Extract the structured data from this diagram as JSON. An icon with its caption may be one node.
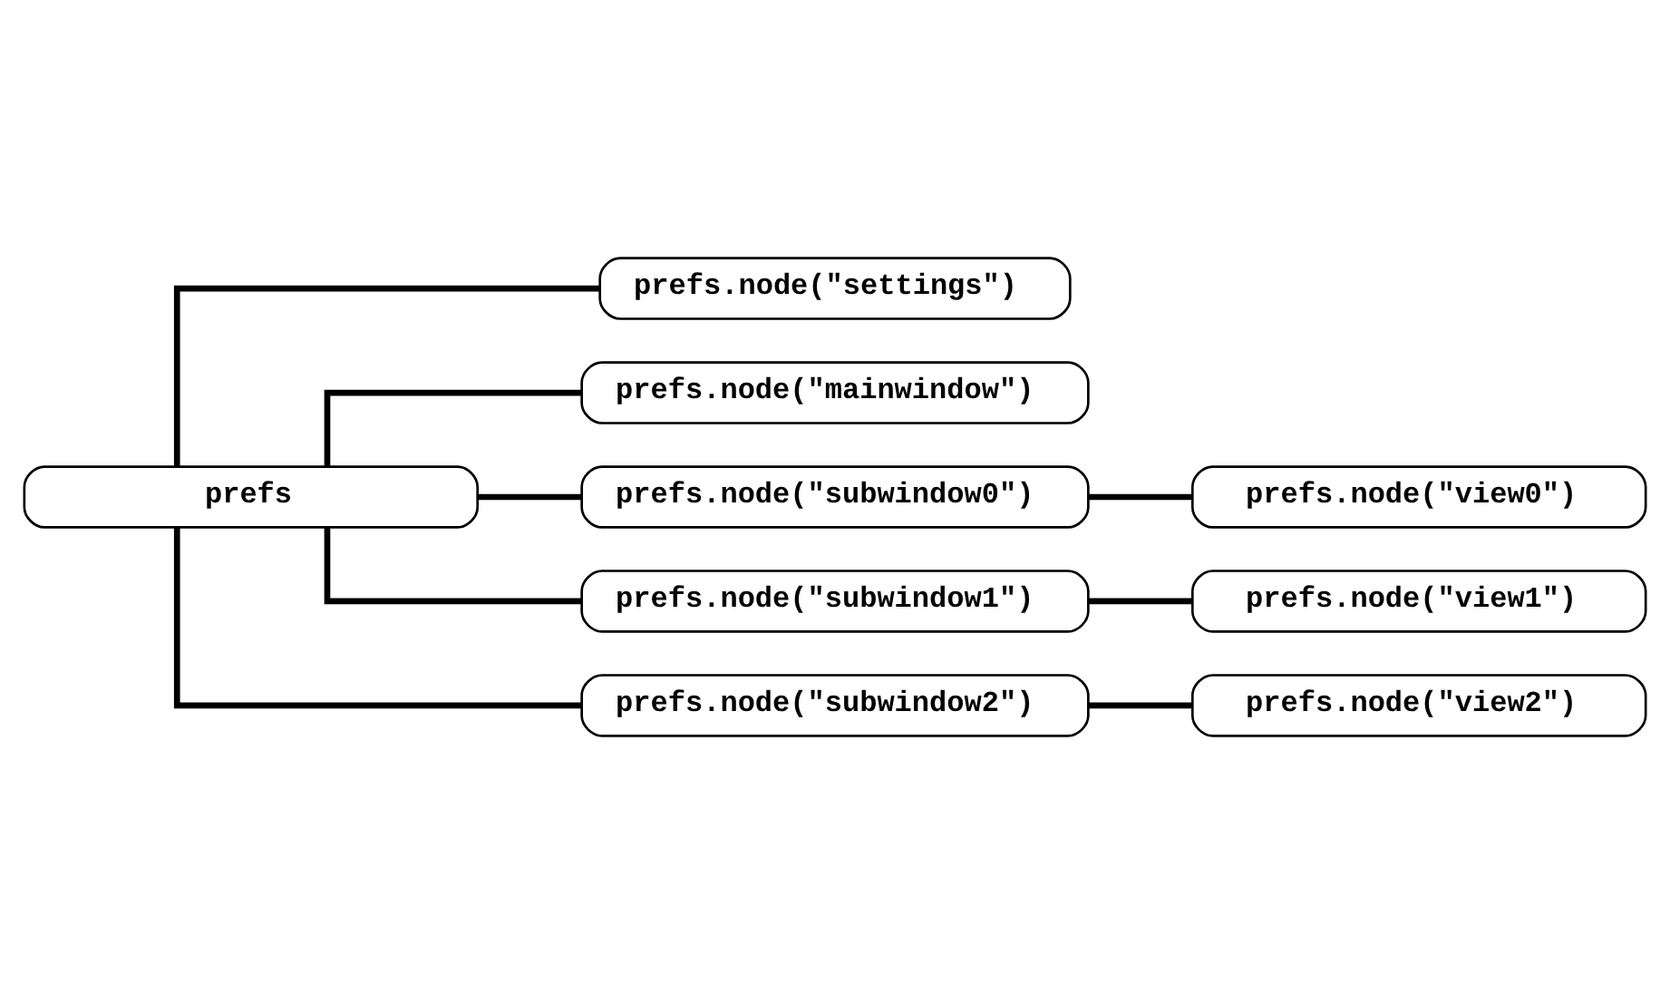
{
  "diagram": {
    "nodes": [
      {
        "text": [
          "prefs"
        ]
      },
      {
        "text": [
          "prefs.node(\"settings\")"
        ]
      },
      {
        "text": [
          "prefs.node(\"mainwindow\")"
        ]
      },
      {
        "text": [
          "prefs.node(\"subwindow0\")"
        ]
      },
      {
        "text": [
          "prefs.node(\"view0\")"
        ]
      },
      {
        "text": [
          "prefs.node(\"subwindow1\")"
        ]
      },
      {
        "text": [
          "prefs.node(\"view1\")"
        ]
      },
      {
        "text": [
          "prefs.node(\"subwindow2\")"
        ]
      },
      {
        "text": [
          "prefs.node(\"view2\")"
        ]
      }
    ],
    "edges": [
      {
        "from": 0,
        "to": 1,
        "arrow": "none"
      },
      {
        "from": 0,
        "to": 2,
        "arrow": "none"
      },
      {
        "from": 0,
        "to": 3,
        "arrow": "none"
      },
      {
        "from": 3,
        "to": 4,
        "arrow": "none"
      },
      {
        "from": 0,
        "to": 5,
        "arrow": "none"
      },
      {
        "from": 5,
        "to": 6,
        "arrow": "none"
      },
      {
        "from": 0,
        "to": 7,
        "arrow": "none"
      },
      {
        "from": 7,
        "to": 8,
        "arrow": "none"
      }
    ]
  }
}
